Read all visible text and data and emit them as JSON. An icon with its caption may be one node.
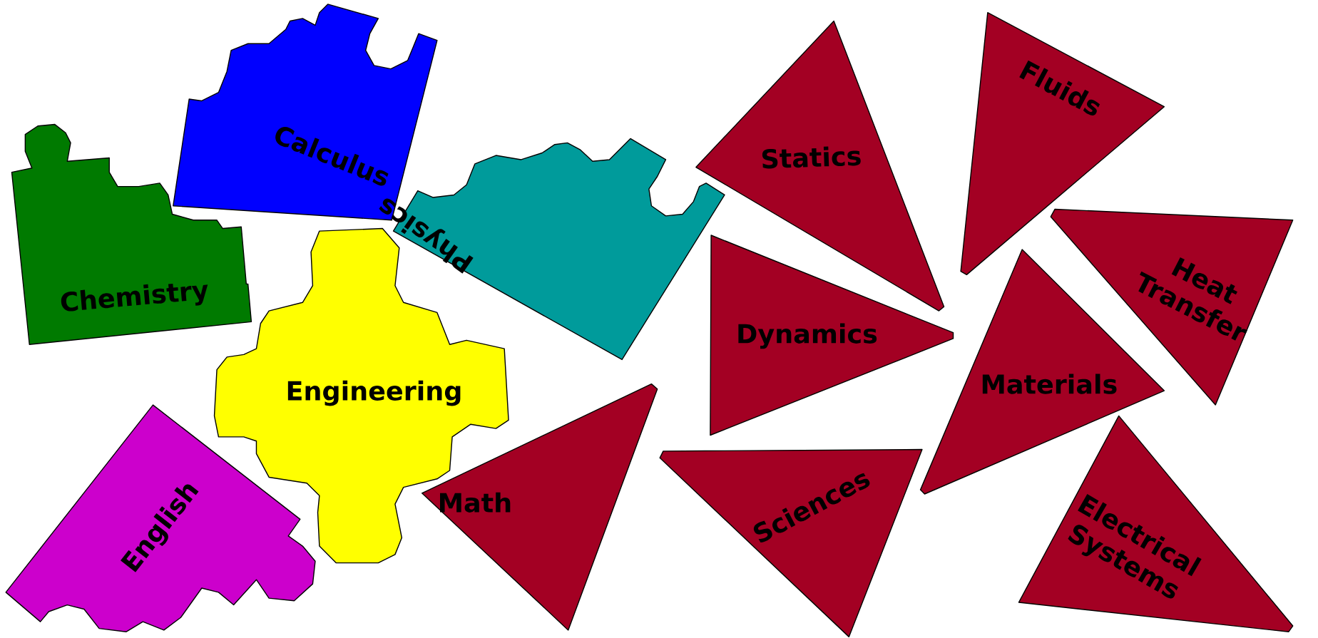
{
  "diagram": {
    "nodes": [
      {
        "text": [
          "Calculus"
        ]
      },
      {
        "text": [
          "Chemistry"
        ]
      },
      {
        "text": [
          "Physics"
        ]
      },
      {
        "text": [
          "Engineering"
        ]
      },
      {
        "text": [
          "English"
        ]
      },
      {
        "text": [
          "Statics"
        ]
      },
      {
        "text": [
          "Fluids"
        ]
      },
      {
        "text": [
          "Heat Transfer"
        ]
      },
      {
        "text": [
          "Dynamics"
        ]
      },
      {
        "text": [
          "Materials"
        ]
      },
      {
        "text": [
          "Math"
        ]
      },
      {
        "text": [
          "Sciences"
        ]
      },
      {
        "text": [
          "Electrical Systems"
        ]
      }
    ]
  }
}
